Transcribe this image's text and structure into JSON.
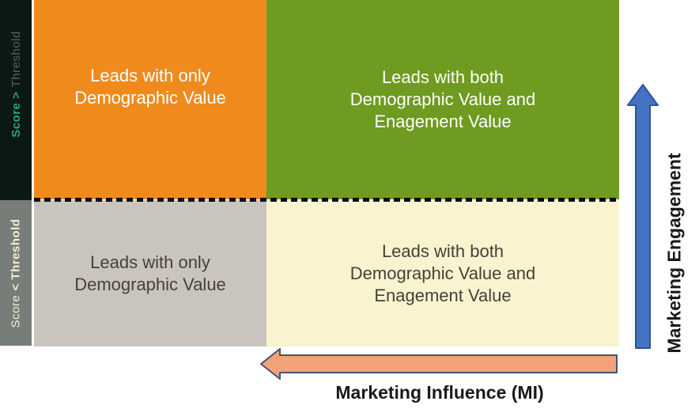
{
  "diagram": {
    "quadrants": {
      "top_left": {
        "lines": [
          "Leads with only",
          "Demographic Value"
        ]
      },
      "top_right": {
        "lines": [
          "Leads with both",
          "Demographic Value and",
          "Enagement Value"
        ]
      },
      "bottom_left": {
        "lines": [
          "Leads with only",
          "Demographic Value"
        ]
      },
      "bottom_right": {
        "lines": [
          "Leads with both",
          "Demographic Value and",
          "Enagement Value"
        ]
      }
    },
    "left_axis": {
      "top_band": {
        "emph": "Score >",
        "rest": "Threshold"
      },
      "bottom_band": {
        "plain": "Score",
        "emph": "< Threshold"
      }
    },
    "y_axis_label": "Marketing Engagement",
    "x_axis_label": "Marketing Influence (MI)"
  },
  "colors": {
    "orange_quadrant": "#EF8B1D",
    "green_quadrant": "#6E9B20",
    "gray_quadrant": "#C9C4BE",
    "yellow_quadrant": "#FAF3CF",
    "dark_band": "#0C1814",
    "gray_band": "#777D79",
    "score_above_accent": "#2DA47E",
    "threshold_muted": "#53655E",
    "band_text_cream": "#F4EECD",
    "quadrant_dark_text": "#474039",
    "blue_arrow": "#4472C4",
    "blue_arrow_border": "#2F5597",
    "salmon_arrow": "#F1A377",
    "salmon_arrow_border": "#44546A"
  }
}
